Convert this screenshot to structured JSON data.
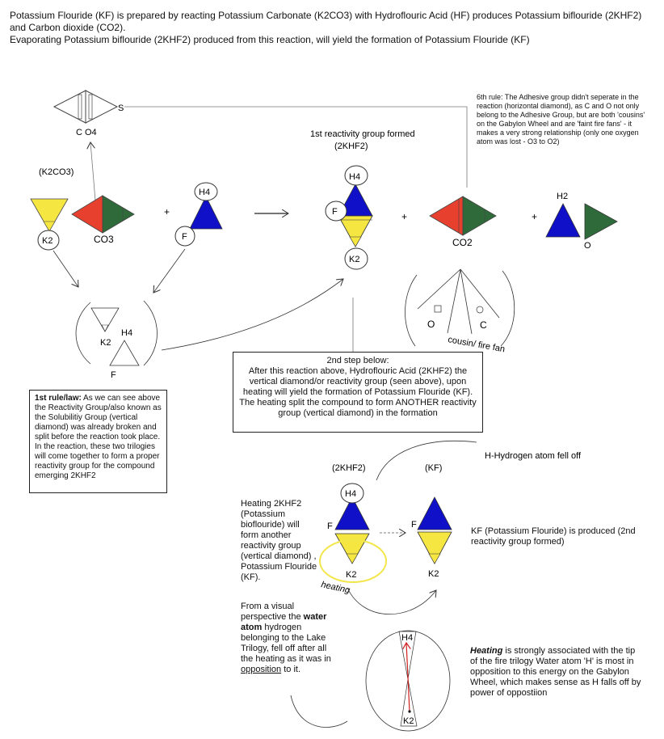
{
  "header": {
    "line1": "Potassium Flouride (KF) is prepared by reacting Potassium Carbonate (K2CO3) with Hydroflouric Acid (HF) produces Potassium biflouride (2KHF2) and Carbon dioxide (CO2).",
    "line2": "Evaporating Potassium biflouride (2KHF2) produced from this reaction, will yield the formation of Potassium Flouride (KF)"
  },
  "top_left": {
    "co4_label": "C O4",
    "s_label": "S",
    "k2co3_label": "(K2CO3)",
    "k2_label": "K2",
    "co3_label": "CO3",
    "plus1": "+",
    "h4_label": "H4",
    "f_label": "F"
  },
  "group1": {
    "title_line1": "1st reactivity group formed",
    "title_line2": "(2KHF2)",
    "h4_label": "H4",
    "f_label": "F",
    "k2_label": "K2",
    "plus": "+",
    "co2_label": "CO2",
    "plus2": "+",
    "h2_label": "H2",
    "o_label": "O"
  },
  "sixth_rule": {
    "text": "6th rule: The Adhesive group didn't seperate in the reaction (horizontal diamond), as C and O not only belong to the Adhesive Group, but are both 'cousins' on the Gabylon Wheel and are 'faint fire fans' - it makes a very strong relationship (only one oxygen atom was lost - O3 to O2)"
  },
  "trilogy_left": {
    "k2_label": "K2",
    "h4_label": "H4",
    "f_label": "F"
  },
  "cousin": {
    "o_label": "O",
    "c_label": "C",
    "caption": "cousin/ fire fan"
  },
  "rule1": {
    "bold": "1st rule/law:",
    "text": " As we can see above the Reactivity Group/also known as the Solubilitiy Group (vertical diamond) was already broken and split before the reaction took place. In the reaction, these two trilogies will come together to form a proper reactivity group for the compound emerging 2KHF2"
  },
  "step2": {
    "title": "2nd step below:",
    "text": "After this reaction above, Hydroflouric Acid (2KHF2) the vertical diamond/or reactivity group (seen above), upon heating will yield the formation of Potassium Flouride (KF). The heating split the compound to form ANOTHER reactivity group (vertical diamond) in the formation"
  },
  "bottom": {
    "h_fell_off": "H-Hydrogen atom fell off",
    "label_2khf2": "(2KHF2)",
    "label_kf": "(KF)",
    "h4_label": "H4",
    "f_label": "F",
    "k2_label": "K2",
    "heating_label": "heating",
    "f2_label": "F",
    "k2b_label": "K2",
    "kf_caption": "KF (Potassium Flouride) is produced (2nd reactivity group formed)",
    "heating_text": "Heating 2KHF2 (Potassium bioflouride) will form another reactivity group (vertical diamond) , Potassium Flouride (KF).",
    "visual_pre": "From a visual perspective the ",
    "visual_bold": "water atom",
    "visual_mid": " hydrogen belonging to the Lake Trilogy, fell off after all the heating as it was in ",
    "visual_underline": "opposition",
    "visual_post": " to it.",
    "wheel_h4": "H4",
    "wheel_k2": "K2",
    "right_bold": "Heating",
    "right_text": " is strongly associated with the tip of the fire trilogy Water atom 'H' is most in opposition to this energy on the Gabylon Wheel, which makes sense as H falls off by power of oppostiion"
  },
  "colors": {
    "yellow": "#f5e642",
    "red": "#e8402e",
    "green": "#2f6b3a",
    "blue": "#1010c8",
    "circle_yellow": "#f2e64a",
    "arrow_red": "#d02020"
  }
}
